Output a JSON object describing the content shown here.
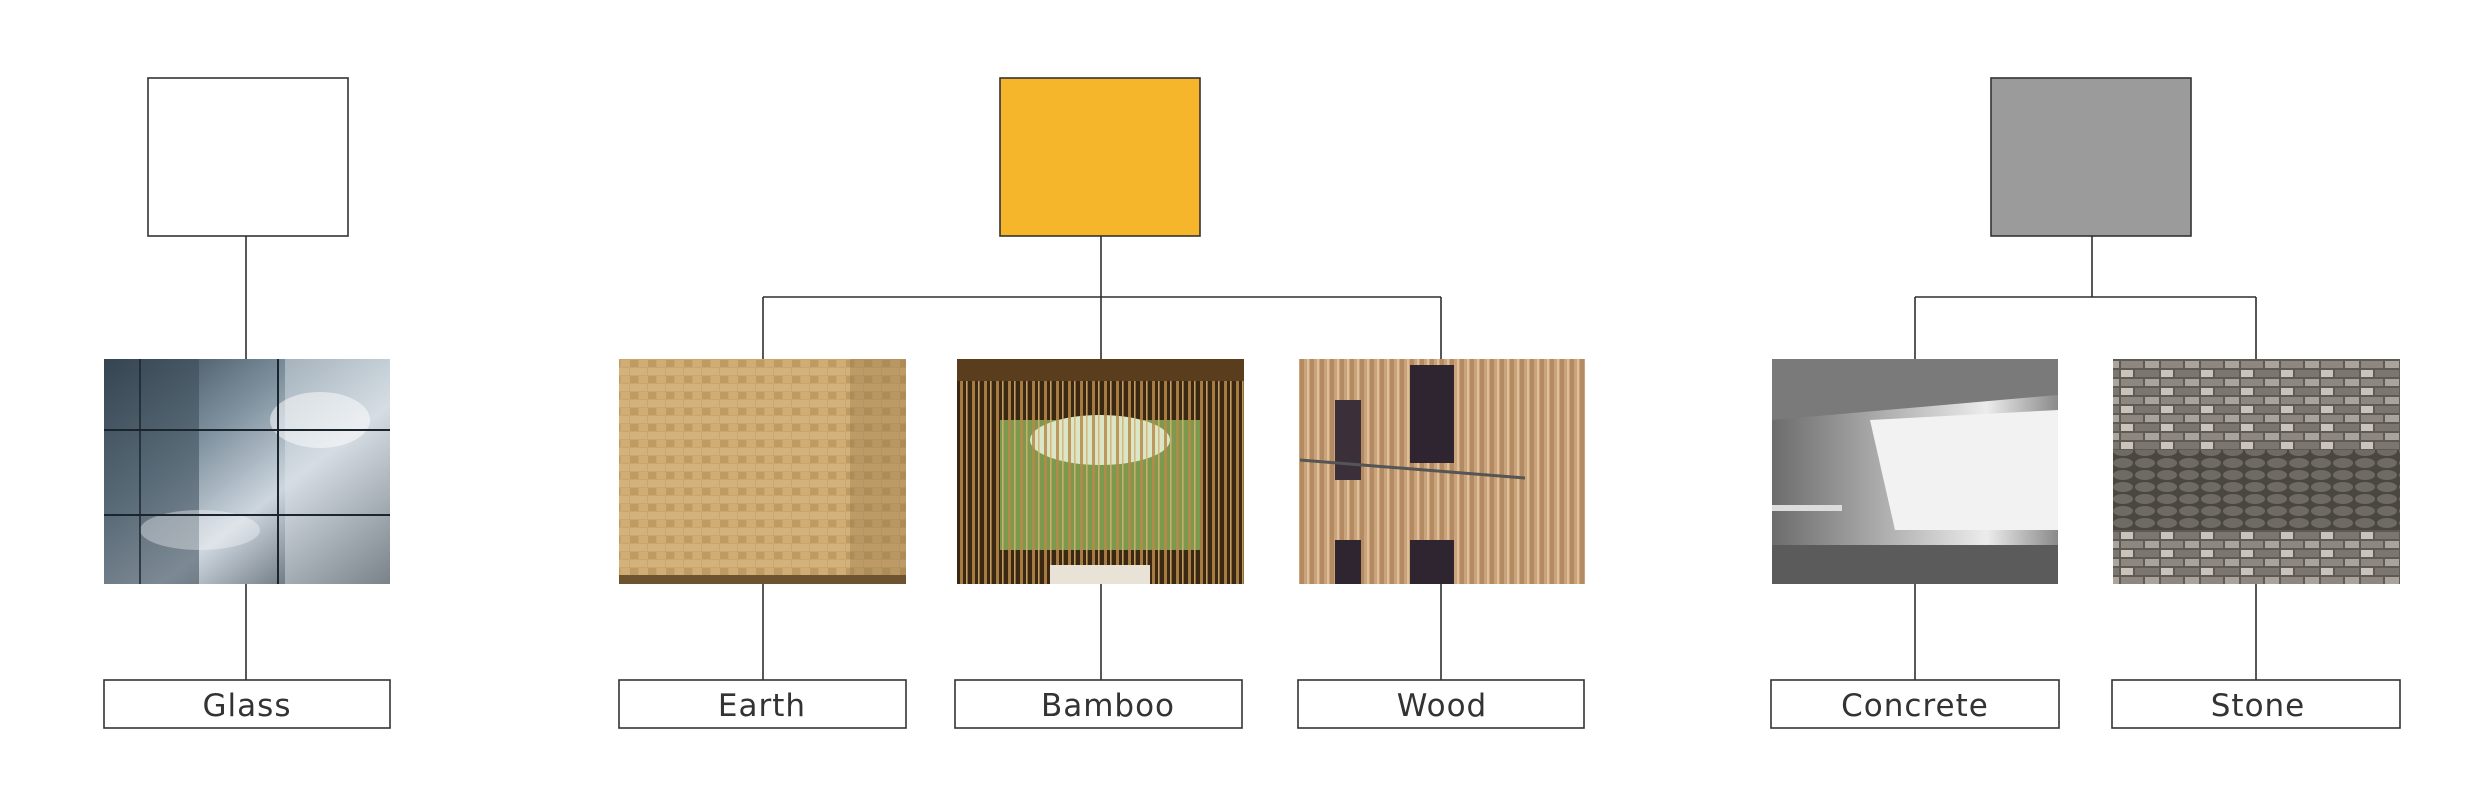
{
  "groups": [
    {
      "id": "clear",
      "swatch_color": "#ffffff",
      "materials": [
        {
          "id": "glass",
          "label": "Glass",
          "photo": "glass-facade-photo",
          "palette": [
            "#3b4a57",
            "#7d8c99",
            "#c9d2da",
            "#1f2a33"
          ]
        }
      ]
    },
    {
      "id": "natural",
      "swatch_color": "#f5b62b",
      "materials": [
        {
          "id": "earth",
          "label": "Earth",
          "photo": "earth-block-wall-photo",
          "palette": [
            "#c7a46c",
            "#b08d57",
            "#d8b982",
            "#8f6f40"
          ]
        },
        {
          "id": "bamboo",
          "label": "Bamboo",
          "photo": "bamboo-pavilion-photo",
          "palette": [
            "#5a3d1c",
            "#c79a55",
            "#6d8b44",
            "#2c1d0e"
          ]
        },
        {
          "id": "wood",
          "label": "Wood",
          "photo": "wood-slat-facade-photo",
          "palette": [
            "#c8a27a",
            "#a67f58",
            "#e3c3a0",
            "#4e3a3a"
          ]
        }
      ]
    },
    {
      "id": "mineral",
      "swatch_color": "#9b9b9b",
      "materials": [
        {
          "id": "concrete",
          "label": "Concrete",
          "photo": "concrete-interior-photo",
          "palette": [
            "#8c8c8c",
            "#b5b5b5",
            "#e8e8e8",
            "#5e5e5e"
          ]
        },
        {
          "id": "stone",
          "label": "Stone",
          "photo": "stone-tile-wall-photo",
          "palette": [
            "#6f6a64",
            "#a8a39b",
            "#d9d5cd",
            "#3d3935"
          ]
        }
      ]
    }
  ]
}
